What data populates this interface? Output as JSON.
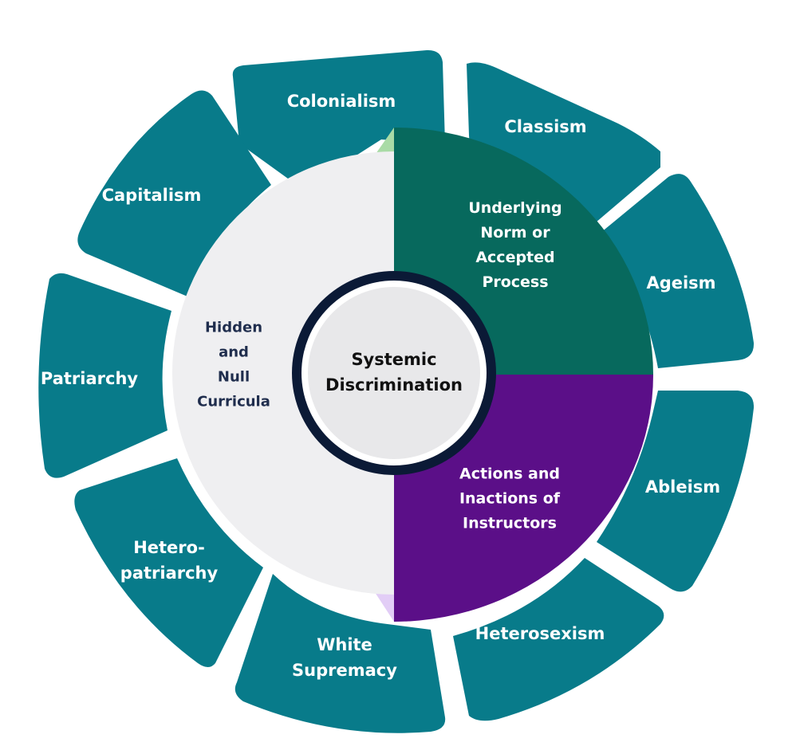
{
  "diagram": {
    "center": {
      "lines": [
        "Systemic",
        "Discrimination"
      ]
    },
    "inner_segments": [
      {
        "id": "underlying",
        "lines": [
          "Underlying",
          "Norm or",
          "Accepted",
          "Process"
        ],
        "color": "#07695d"
      },
      {
        "id": "actions",
        "lines": [
          "Actions and",
          "Inactions of",
          "Instructors"
        ],
        "color": "#5b0f88"
      },
      {
        "id": "hidden",
        "lines": [
          "Hidden",
          "and",
          "Null",
          "Curricula"
        ],
        "color": "#efeff1"
      }
    ],
    "outer_segments": [
      {
        "id": "colonialism",
        "lines": [
          "Colonialism"
        ]
      },
      {
        "id": "classism",
        "lines": [
          "Classism"
        ]
      },
      {
        "id": "ageism",
        "lines": [
          "Ageism"
        ]
      },
      {
        "id": "ableism",
        "lines": [
          "Ableism"
        ]
      },
      {
        "id": "heterosexism",
        "lines": [
          "Heterosexism"
        ]
      },
      {
        "id": "white-supremacy",
        "lines": [
          "White",
          "Supremacy"
        ]
      },
      {
        "id": "hetero-patriarchy",
        "lines": [
          "Hetero-",
          "patriarchy"
        ]
      },
      {
        "id": "patriarchy",
        "lines": [
          "Patriarchy"
        ]
      },
      {
        "id": "capitalism",
        "lines": [
          "Capitalism"
        ]
      }
    ],
    "colors": {
      "outer_segment": "#087b8a",
      "accent_green": "#a9dba6",
      "accent_lavender": "#e2cdf6",
      "center_ring": "#0b1a36",
      "center_fill": "#e8e8ea"
    }
  }
}
